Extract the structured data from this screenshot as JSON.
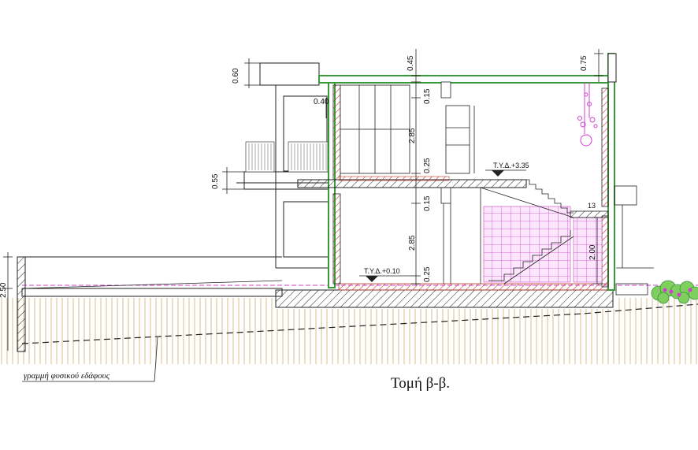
{
  "title": "Τομή β-β.",
  "ground_note": "γραμμή φυσικού εδάφους",
  "levels": {
    "upper": "Τ.Υ.Δ.+3.35",
    "lower": "Τ.Υ.Δ.+0.10"
  },
  "dims": {
    "roof_overhang": "0.60",
    "roof_slab": "0.45",
    "parapet": "0.75",
    "window_head": "0.40",
    "upper_beam": "0.15",
    "upper_height": "2.85",
    "upper_slab": "0.25",
    "balcony_slab": "0.55",
    "lower_beam": "0.15",
    "lower_height": "2.85",
    "lower_slab": "0.25",
    "stair_height": "2.00",
    "left_wall": "2.50",
    "stair_step": "13"
  },
  "colors": {
    "line": "#1a1a1a",
    "green_wall": "#3a9a3a",
    "red_hatch": "#c0392b",
    "magenta": "#d040d0",
    "soil": "#c9a35a",
    "hedge": "#7fcf5f"
  }
}
